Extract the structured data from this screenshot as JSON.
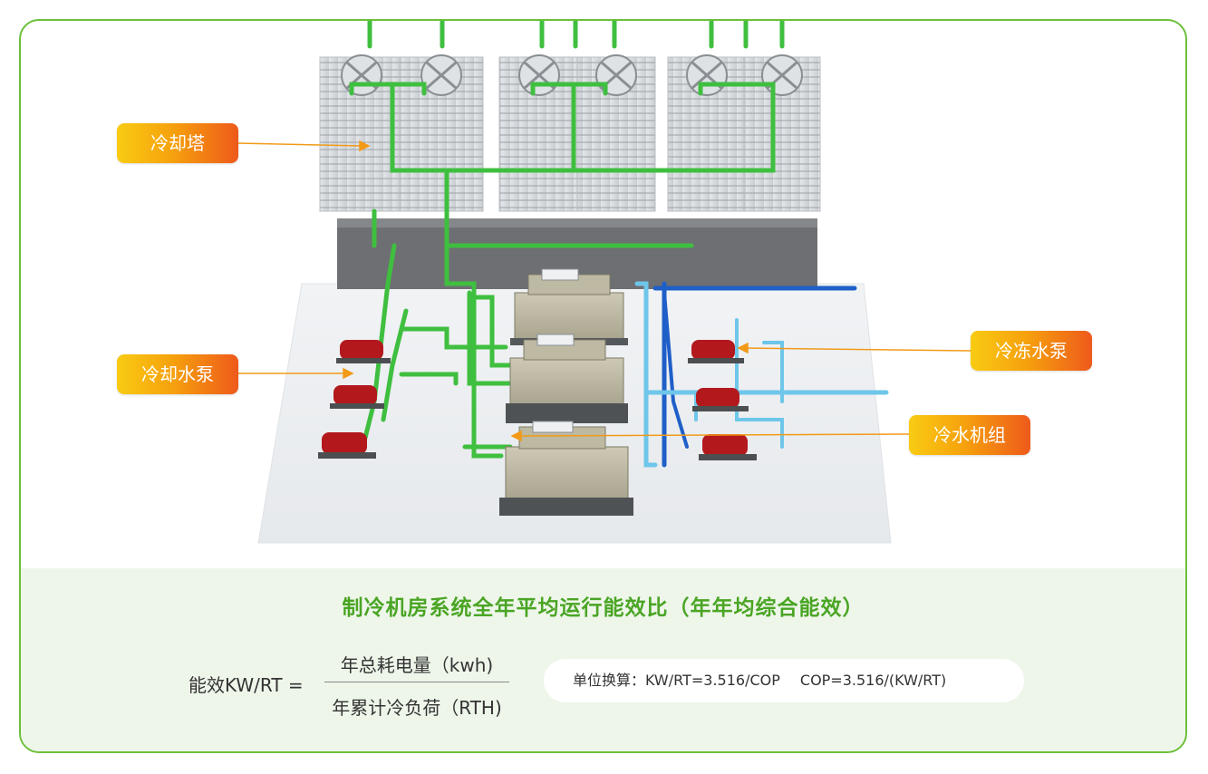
{
  "labels": {
    "cooling_tower": "冷却塔",
    "cooling_water_pump": "冷却水泵",
    "chilled_water_pump": "冷冻水泵",
    "chiller_unit": "冷水机组"
  },
  "bottom": {
    "title": "制冷机房系统全年平均运行能效比（年年均综合能效）",
    "formula_lhs": "能效KW/RT =",
    "numerator": "年总耗电量（kwh)",
    "denominator": "年累计冷负荷（RTH)",
    "unit_conversion_1": "单位换算：KW/RT=3.516/COP",
    "unit_conversion_2": "COP=3.516/(KW/RT)"
  },
  "colors": {
    "border": "#6cbf3a",
    "title": "#4aa524",
    "cooling_pipe": "#3fbf3f",
    "chilled_pipe_light": "#6ec6ea",
    "chilled_pipe_dark": "#1f5fc8",
    "pump": "#b3181c",
    "label_gradient_start": "#f9cb13",
    "label_gradient_end": "#ee5a1b"
  }
}
